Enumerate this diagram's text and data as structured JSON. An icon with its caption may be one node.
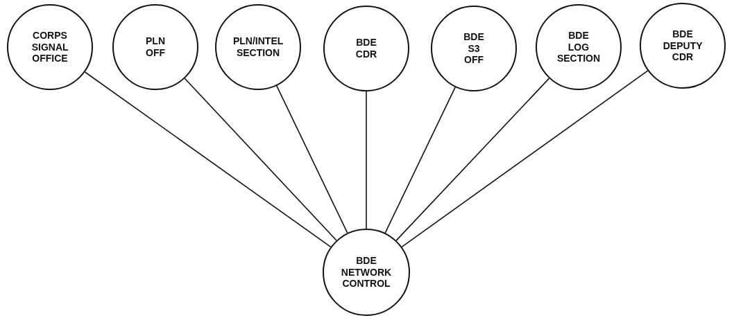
{
  "diagram": {
    "nodes": [
      {
        "text": [
          "CORPS SIGNAL OFFICE"
        ]
      },
      {
        "text": [
          "PLN OFF"
        ]
      },
      {
        "text": [
          "PLN/INTEL SECTION"
        ]
      },
      {
        "text": [
          "BDE CDR"
        ]
      },
      {
        "text": [
          "BDE S3 OFF"
        ]
      },
      {
        "text": [
          "BDE LOG SECTION"
        ]
      },
      {
        "text": [
          "BDE DEPUTY CDR"
        ]
      },
      {
        "text": [
          "BDE NETWORK CONTROL"
        ]
      }
    ],
    "edges": [
      {
        "from": 0,
        "to": 7,
        "arrow": "none"
      },
      {
        "from": 1,
        "to": 7,
        "arrow": "none"
      },
      {
        "from": 2,
        "to": 7,
        "arrow": "none"
      },
      {
        "from": 3,
        "to": 7,
        "arrow": "none"
      },
      {
        "from": 4,
        "to": 7,
        "arrow": "none"
      },
      {
        "from": 5,
        "to": 7,
        "arrow": "none"
      },
      {
        "from": 6,
        "to": 7,
        "arrow": "none"
      }
    ]
  }
}
